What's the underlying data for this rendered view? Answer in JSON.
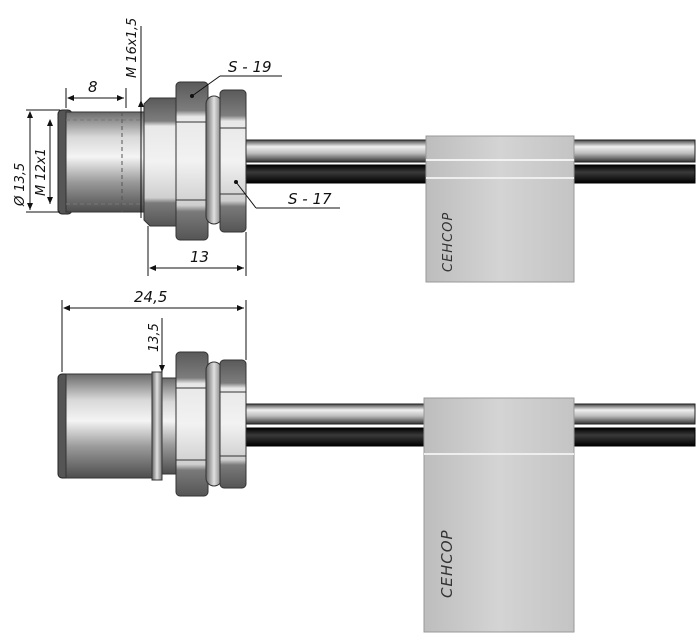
{
  "dimensions": {
    "width_8": "8",
    "thread_m16": "M 16x1,5",
    "wrench_s19": "S - 19",
    "diameter_13_5": "Ø 13,5",
    "thread_m12": "M 12x1",
    "wrench_s17": "S - 17",
    "length_13": "13",
    "length_24_5": "24,5",
    "height_13_5": "13,5"
  },
  "labels": {
    "brand_top": "СЕНСОР",
    "brand_bottom": "СЕНСОР"
  },
  "colors": {
    "metal_dark": "#6f6f6f",
    "metal_light": "#e6e6e6",
    "cable_black": "#1a1a1a",
    "label_gray": "#c9c9c9"
  }
}
